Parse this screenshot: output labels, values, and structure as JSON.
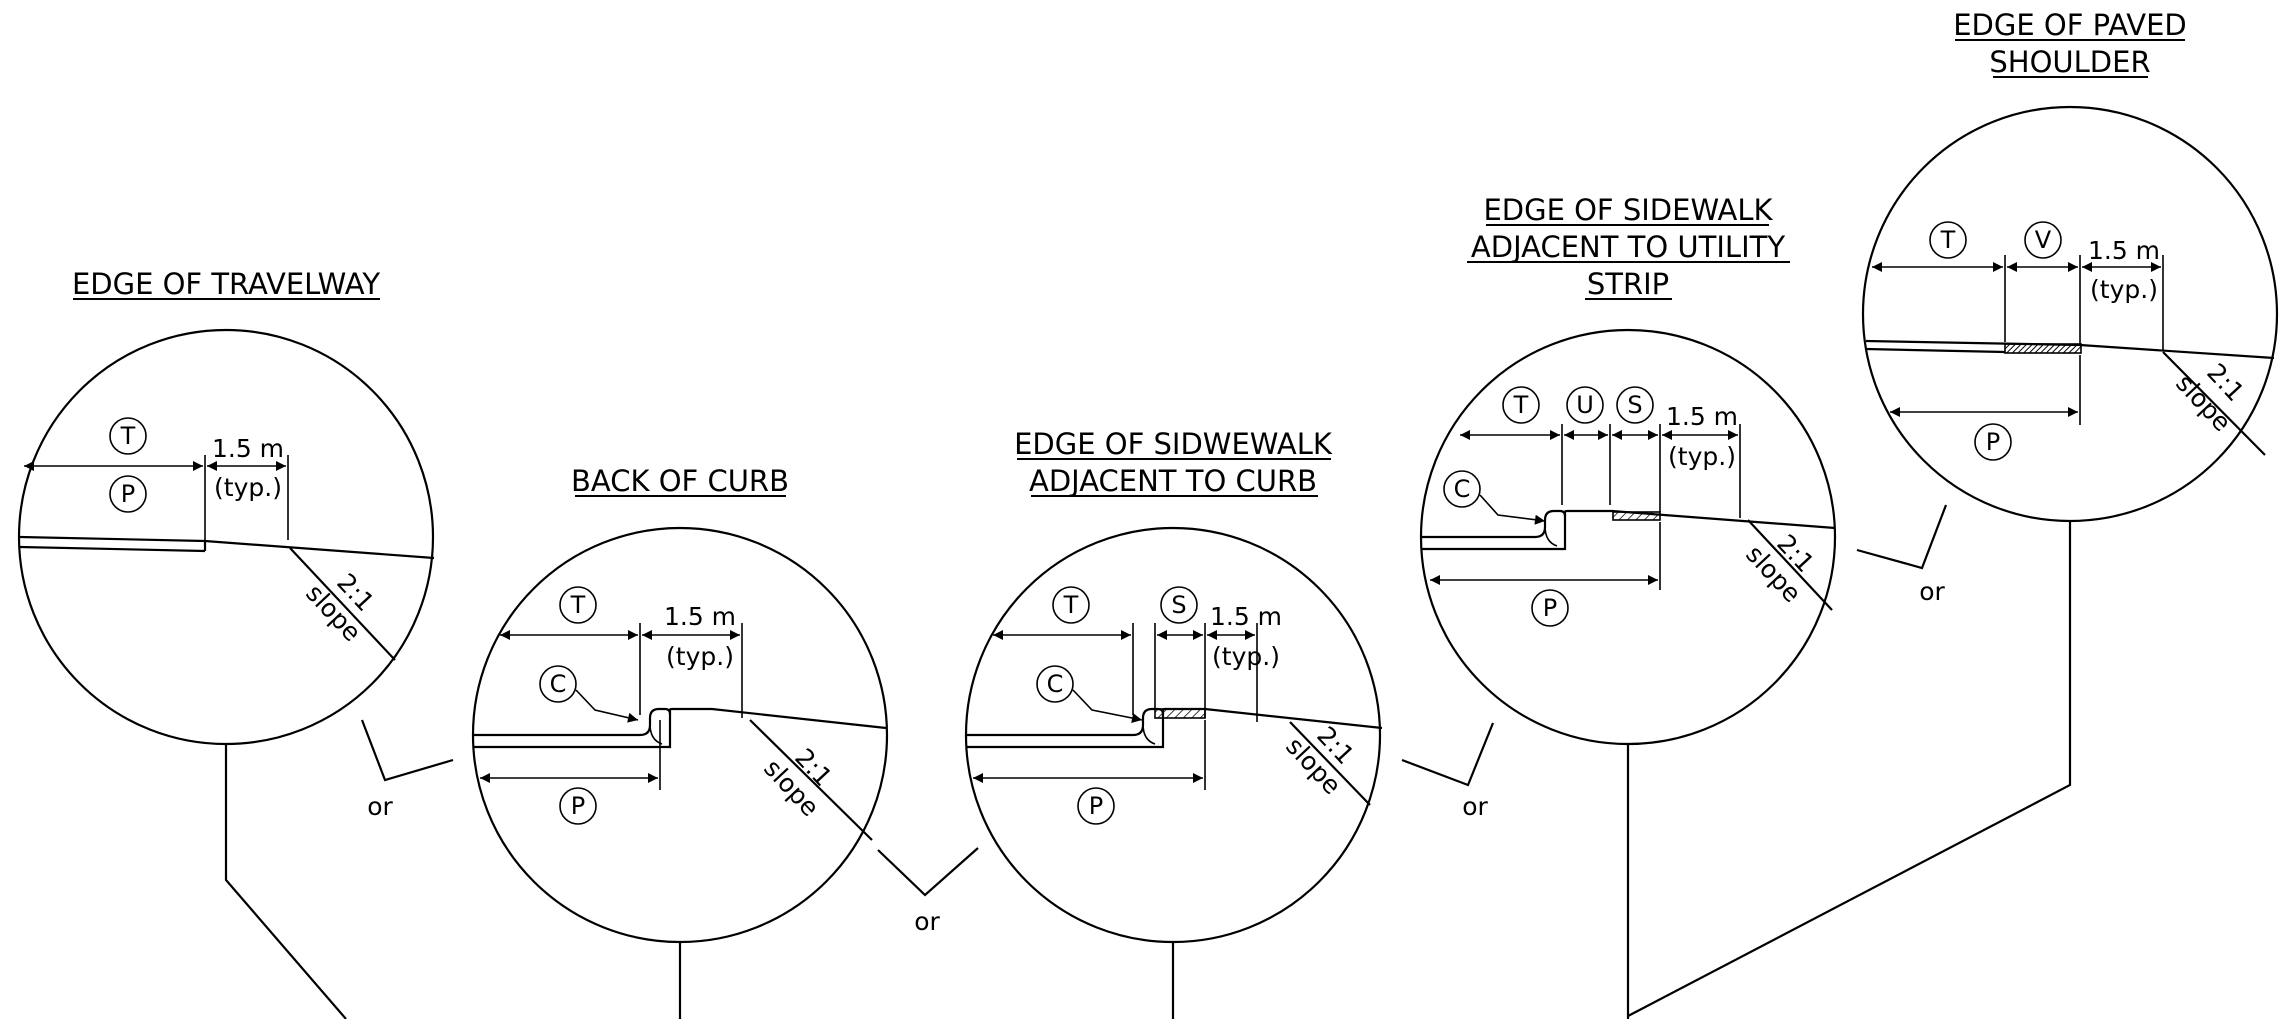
{
  "details": {
    "travelway": {
      "title": [
        "EDGE OF TRAVELWAY"
      ],
      "labels": [
        "T",
        "P"
      ],
      "width_label": "1.5 m",
      "typ_label": "(typ.)",
      "slope_ratio": "2:1",
      "slope_word": "slope"
    },
    "curb": {
      "title": [
        "BACK OF CURB"
      ],
      "labels": [
        "T",
        "C",
        "P"
      ],
      "width_label": "1.5 m",
      "typ_label": "(typ.)",
      "slope_ratio": "2:1",
      "slope_word": "slope"
    },
    "sidewalk_curb": {
      "title": [
        "EDGE OF SIDWEWALK",
        "ADJACENT TO CURB"
      ],
      "labels": [
        "T",
        "S",
        "C",
        "P"
      ],
      "width_label": "1.5 m",
      "typ_label": "(typ.)",
      "slope_ratio": "2:1",
      "slope_word": "slope"
    },
    "sidewalk_utility": {
      "title": [
        "EDGE OF SIDEWALK",
        "ADJACENT TO UTILITY",
        "STRIP"
      ],
      "labels": [
        "T",
        "U",
        "S",
        "C",
        "P"
      ],
      "width_label": "1.5 m",
      "typ_label": "(typ.)",
      "slope_ratio": "2:1",
      "slope_word": "slope"
    },
    "paved_shoulder": {
      "title": [
        "EDGE OF PAVED",
        "SHOULDER"
      ],
      "labels": [
        "T",
        "V",
        "P"
      ],
      "width_label": "1.5 m",
      "typ_label": "(typ.)",
      "slope_ratio": "2:1",
      "slope_word": "slope"
    }
  },
  "or_labels": [
    "or",
    "or",
    "or",
    "or"
  ]
}
